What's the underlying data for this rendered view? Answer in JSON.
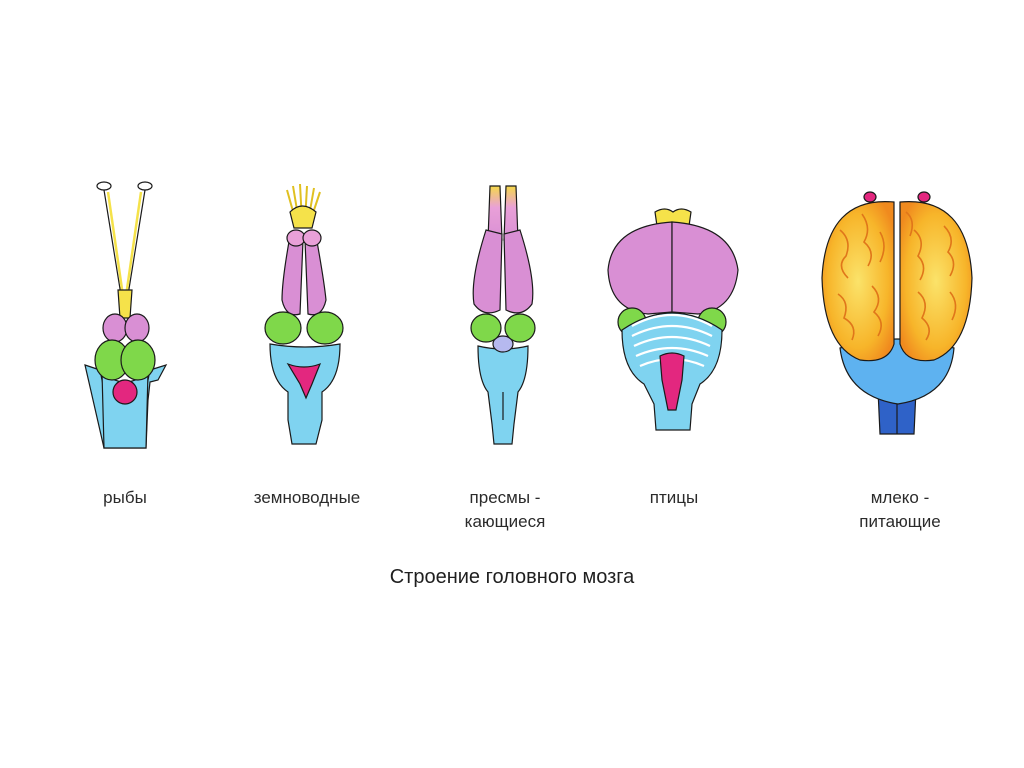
{
  "labels": {
    "fish": "рыбы",
    "amphibians": "земноводные",
    "reptiles": "пресмы -\nкающиеся",
    "birds": "птицы",
    "mammals": "млеко -\nпитающие"
  },
  "caption": "Строение головного мозга",
  "colors": {
    "olfactory": "#f5e24a",
    "forebrain": "#d98fd4",
    "midbrain": "#7fd84a",
    "diencephalon": "#b6b9ef",
    "cerebellum": "#e3277f",
    "medulla": "#7fd3f0",
    "cortex": "#f7b52a",
    "outline": "#1a1a1a"
  }
}
